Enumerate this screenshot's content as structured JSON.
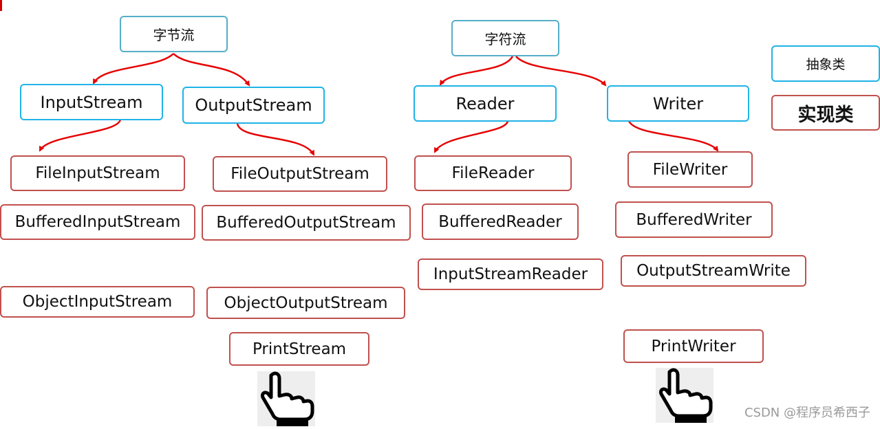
{
  "roots": {
    "byte": "字节流",
    "char": "字符流"
  },
  "abstract_classes": {
    "input_stream": "InputStream",
    "output_stream": "OutputStream",
    "reader": "Reader",
    "writer": "Writer"
  },
  "implementations": {
    "input": [
      "FileInputStream",
      "BufferedInputStream",
      "ObjectInputStream"
    ],
    "output": [
      "FileOutputStream",
      "BufferedOutputStream",
      "ObjectOutputStream",
      "PrintStream"
    ],
    "reader": [
      "FileReader",
      "BufferedReader",
      "InputStreamReader"
    ],
    "writer": [
      "FileWriter",
      "BufferedWriter",
      "OutputStreamWrite",
      "PrintWriter"
    ]
  },
  "legend": {
    "abstract": "抽象类",
    "implementation": "实现类"
  },
  "icons": {
    "pointer": "pointing-hand-icon"
  },
  "colors": {
    "abstract_border": "#1fb3e6",
    "implementation_border": "#c0504d",
    "arrow": "#e60000"
  },
  "watermark": "CSDN @程序员希西子"
}
